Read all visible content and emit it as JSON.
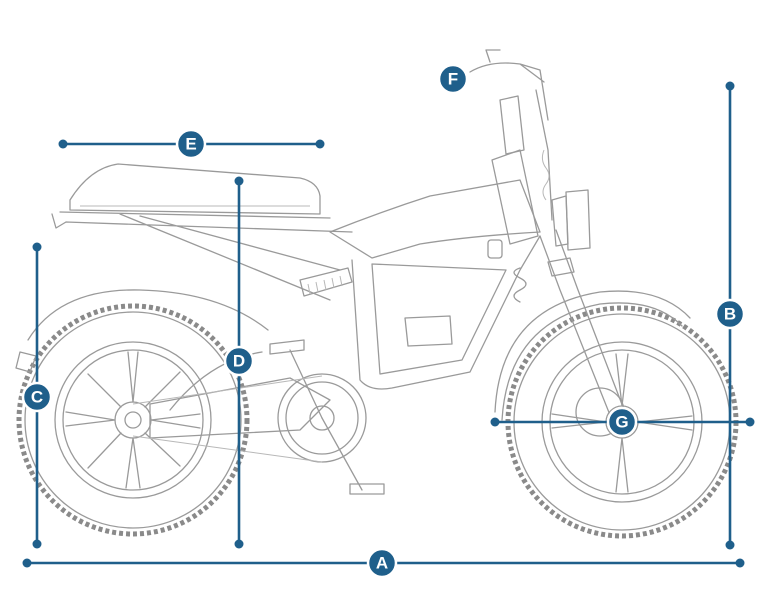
{
  "dimensions": {
    "A": "A",
    "B": "B",
    "C": "C",
    "D": "D",
    "E": "E",
    "F": "F",
    "G": "G"
  },
  "colors": {
    "dimension": "#1f5f8b",
    "outline": "#9a9a9a",
    "background": "#ffffff"
  },
  "icons": [
    "bicycle-outline-icon"
  ]
}
